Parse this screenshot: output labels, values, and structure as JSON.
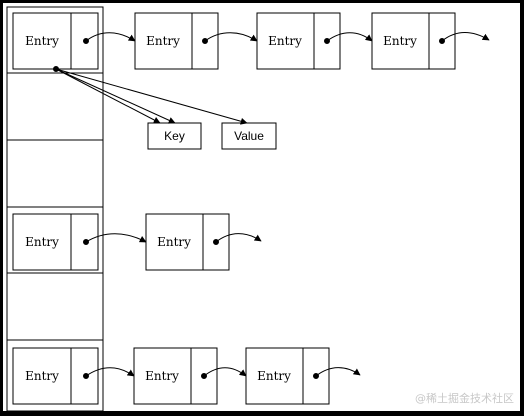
{
  "diagram": {
    "entry_label": "Entry",
    "key_label": "Key",
    "value_label": "Value",
    "watermark": "@稀土掘金技术社区",
    "colors": {
      "frame": "#000000",
      "canvas": "#ffffff",
      "stroke": "#000000",
      "watermark": "#c8c8c8"
    }
  }
}
